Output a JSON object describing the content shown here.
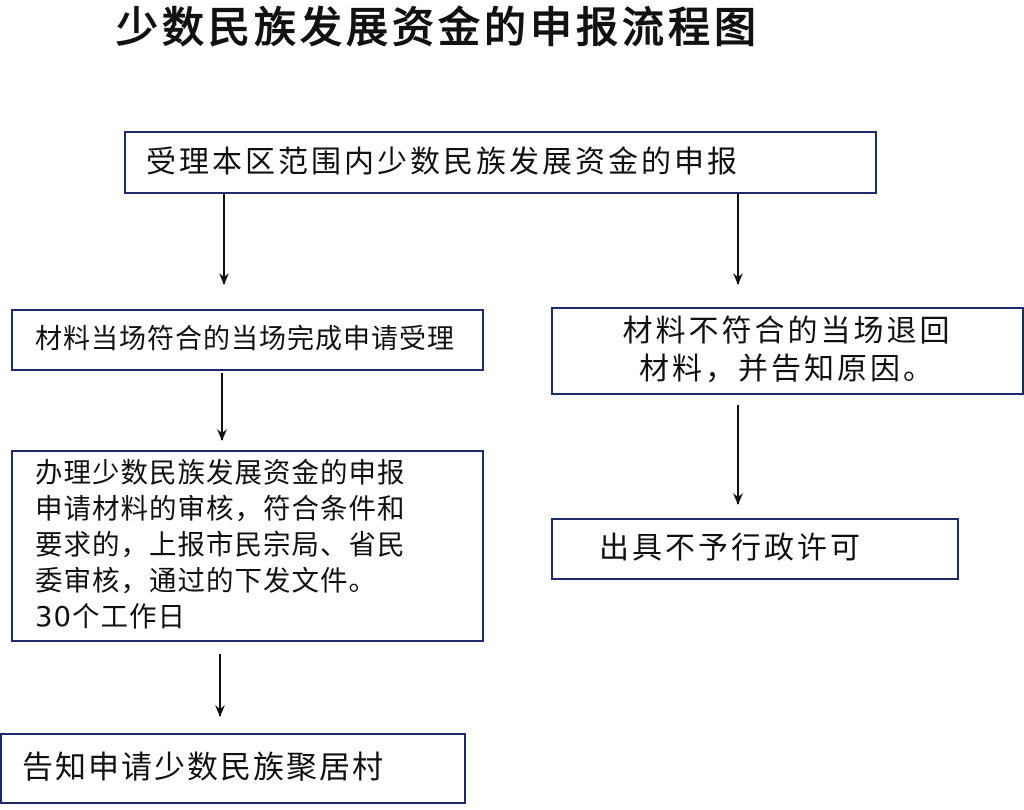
{
  "title": "少数民族发展资金的申报流程图",
  "nodes": {
    "start": "受理本区范围内少数民族发展资金的申报",
    "accept": "材料当场符合的当场完成申请受理",
    "reject": "材料不符合的当场退回\n材料，并告知原因。",
    "review": "办理少数民族发展资金的申报\n申请材料的审核，符合条件和\n要求的，上报市民宗局、省民\n委审核，通过的下发文件。\n30个工作日",
    "deny": "出具不予行政许可",
    "notify": "告知申请少数民族聚居村"
  }
}
